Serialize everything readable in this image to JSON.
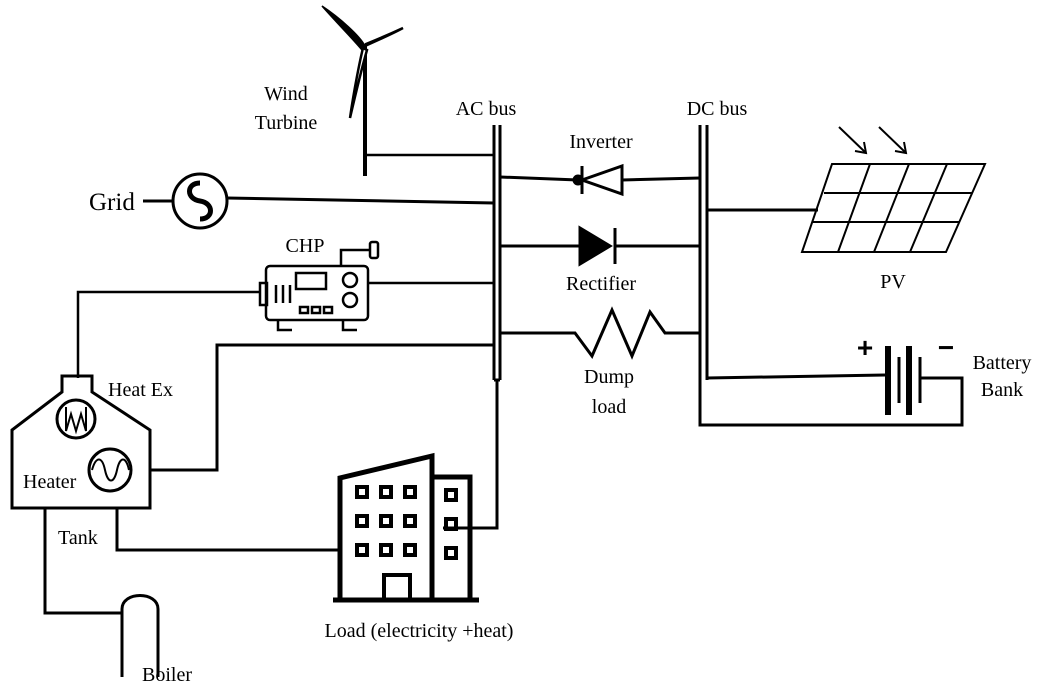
{
  "labels": {
    "wind_line1": "Wind",
    "wind_line2": "Turbine",
    "ac_bus": "AC bus",
    "dc_bus": "DC bus",
    "inverter": "Inverter",
    "rectifier": "Rectifier",
    "dump_line1": "Dump",
    "dump_line2": "load",
    "grid": "Grid",
    "chp": "CHP",
    "pv": "PV",
    "battery_line1": "Battery",
    "battery_line2": "Bank",
    "heat_ex": "Heat Ex",
    "heater": "Heater",
    "tank": "Tank",
    "boiler": "Boiler",
    "load": "Load (electricity +heat)",
    "plus": "+",
    "minus": "−"
  },
  "icons": [
    "wind-turbine-icon",
    "grid-source-icon",
    "chp-generator-icon",
    "inverter-diode-icon",
    "rectifier-diode-icon",
    "resistor-icon",
    "pv-panel-icon",
    "battery-icon",
    "heat-exchanger-icon",
    "heater-icon",
    "tank-icon",
    "boiler-icon",
    "building-icon"
  ],
  "colors": {
    "stroke": "#000000",
    "background": "#ffffff"
  }
}
